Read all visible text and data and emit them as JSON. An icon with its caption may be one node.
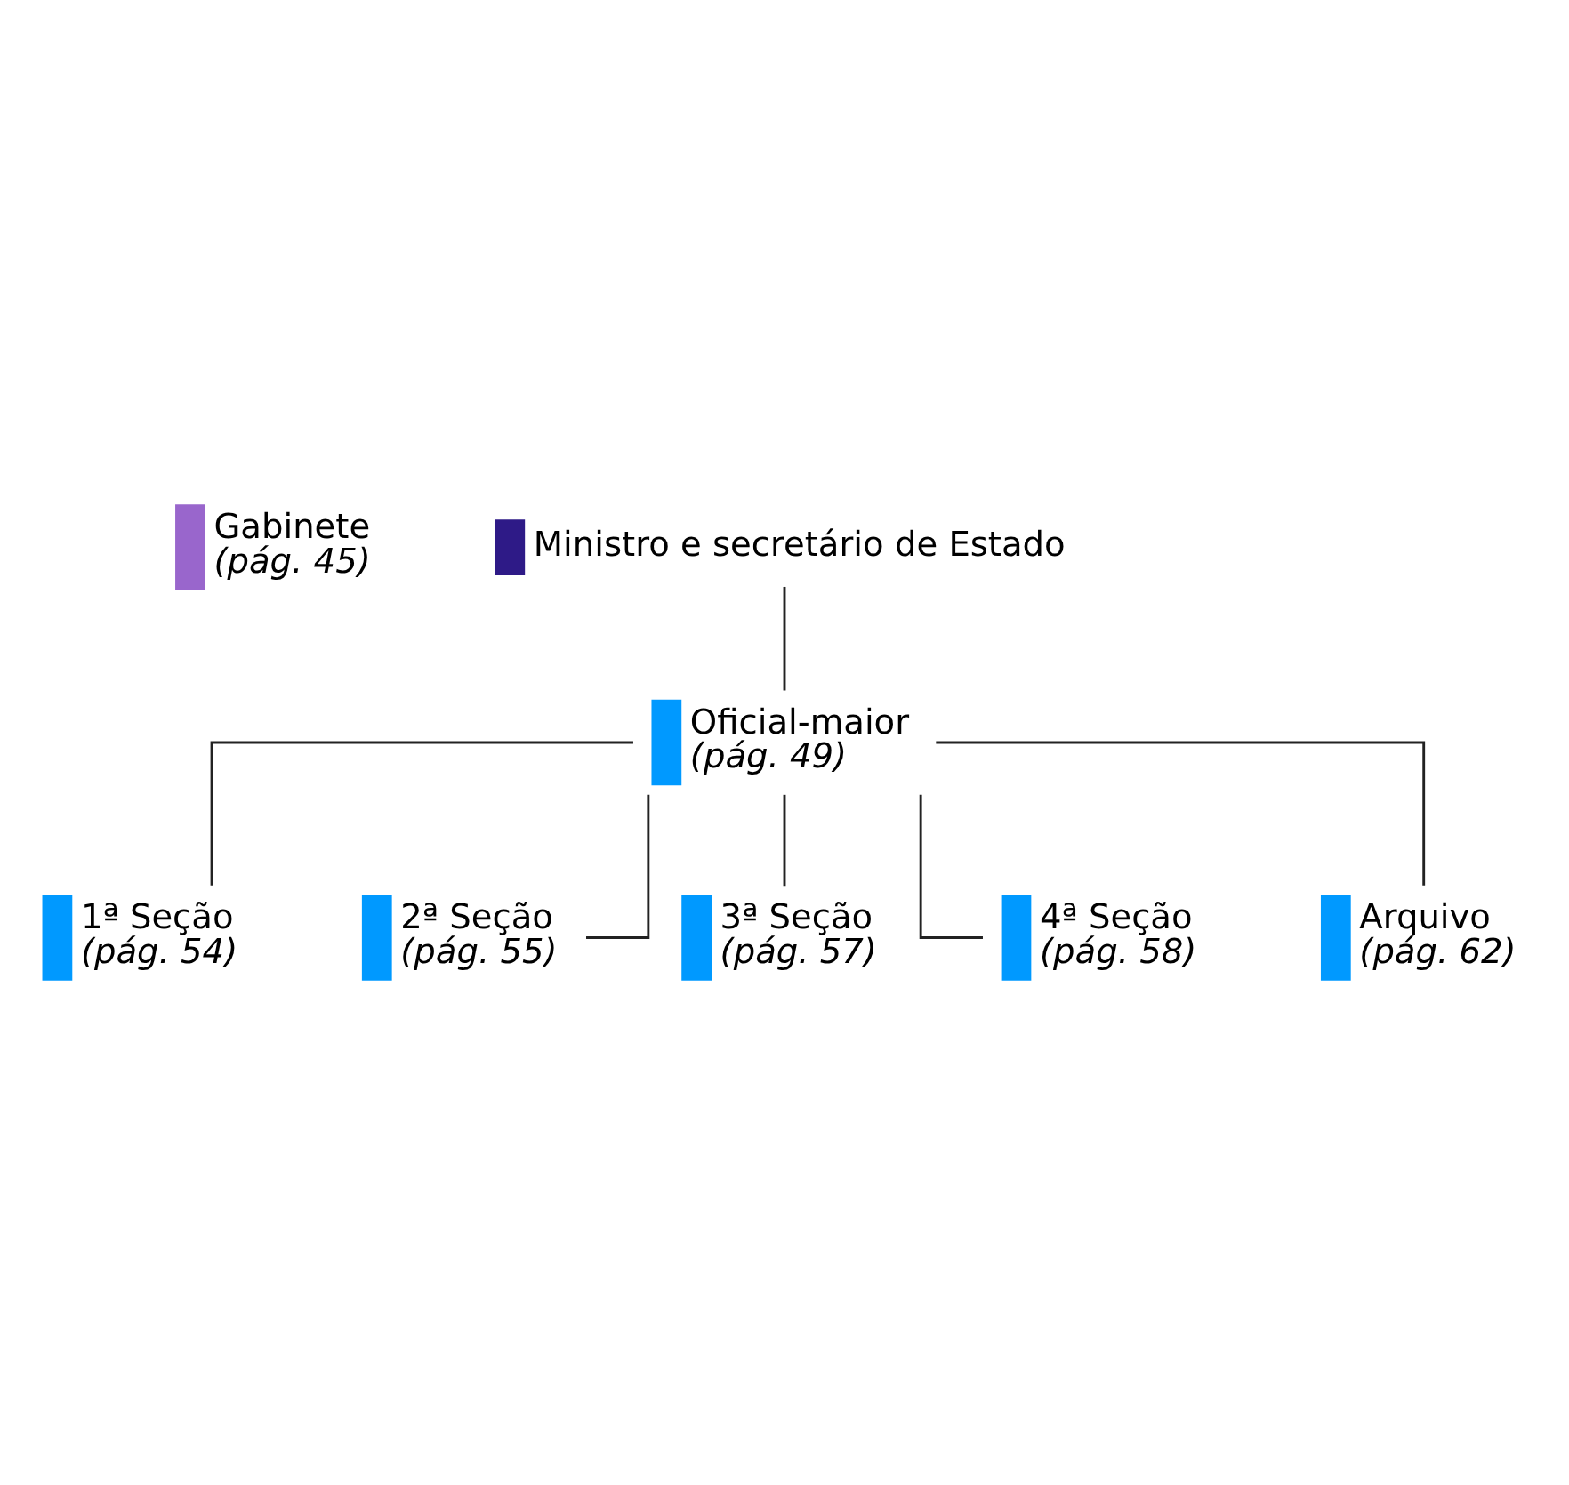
{
  "diagram": {
    "nodes": [
      {
        "text": [
          "Gabinete",
          "(pág. 45)"
        ]
      },
      {
        "text": [
          "Ministro e secretário de Estado"
        ]
      },
      {
        "text": [
          "Oficial-maior",
          "(pág. 49)"
        ]
      },
      {
        "text": [
          "1ª Seção",
          "(pág. 54)"
        ]
      },
      {
        "text": [
          "2ª Seção",
          "(pág. 55)"
        ]
      },
      {
        "text": [
          "3ª Seção",
          "(pág. 57)"
        ]
      },
      {
        "text": [
          "4ª Seção",
          "(pág. 58)"
        ]
      },
      {
        "text": [
          "Arquivo",
          "(pág. 62)"
        ]
      }
    ],
    "edges": [
      {
        "from": 1,
        "to": 2,
        "arrow": "none"
      },
      {
        "from": 2,
        "to": 3,
        "arrow": "none"
      },
      {
        "from": 2,
        "to": 4,
        "arrow": "none"
      },
      {
        "from": 2,
        "to": 5,
        "arrow": "none"
      },
      {
        "from": 2,
        "to": 6,
        "arrow": "none"
      },
      {
        "from": 2,
        "to": 7,
        "arrow": "none"
      }
    ]
  }
}
